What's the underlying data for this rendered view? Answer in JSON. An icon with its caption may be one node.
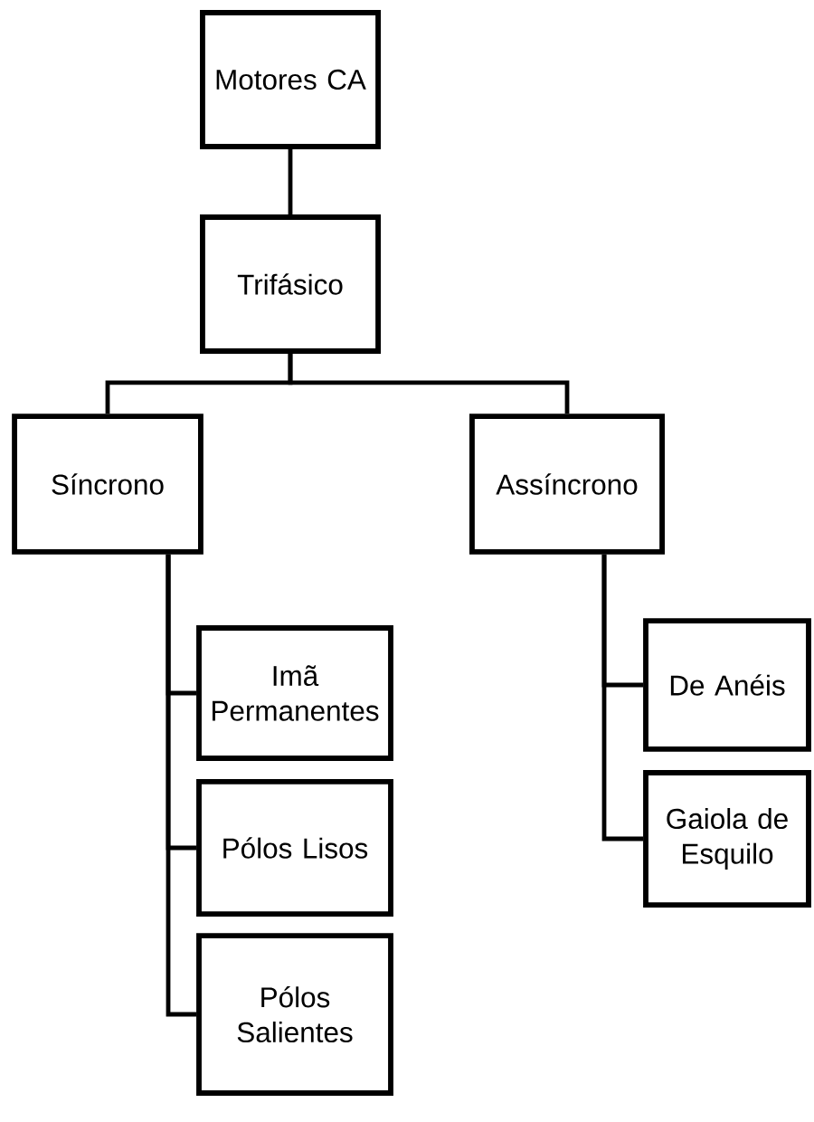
{
  "diagram": {
    "nodes": [
      {
        "text": [
          "Motores CA"
        ]
      },
      {
        "text": [
          "Trifásico"
        ]
      },
      {
        "text": [
          "Síncrono"
        ]
      },
      {
        "text": [
          "Assíncrono"
        ]
      },
      {
        "text": [
          "Imã Permanentes"
        ]
      },
      {
        "text": [
          "Pólos Lisos"
        ]
      },
      {
        "text": [
          "Pólos Salientes"
        ]
      },
      {
        "text": [
          "De Anéis"
        ]
      },
      {
        "text": [
          "Gaiola de Esquilo"
        ]
      }
    ],
    "edges": [
      {
        "from": 0,
        "to": 1,
        "arrow": "none"
      },
      {
        "from": 1,
        "to": 2,
        "arrow": "none"
      },
      {
        "from": 1,
        "to": 3,
        "arrow": "none"
      },
      {
        "from": 2,
        "to": 4,
        "arrow": "none"
      },
      {
        "from": 2,
        "to": 5,
        "arrow": "none"
      },
      {
        "from": 2,
        "to": 6,
        "arrow": "none"
      },
      {
        "from": 3,
        "to": 7,
        "arrow": "none"
      },
      {
        "from": 3,
        "to": 8,
        "arrow": "none"
      }
    ]
  }
}
